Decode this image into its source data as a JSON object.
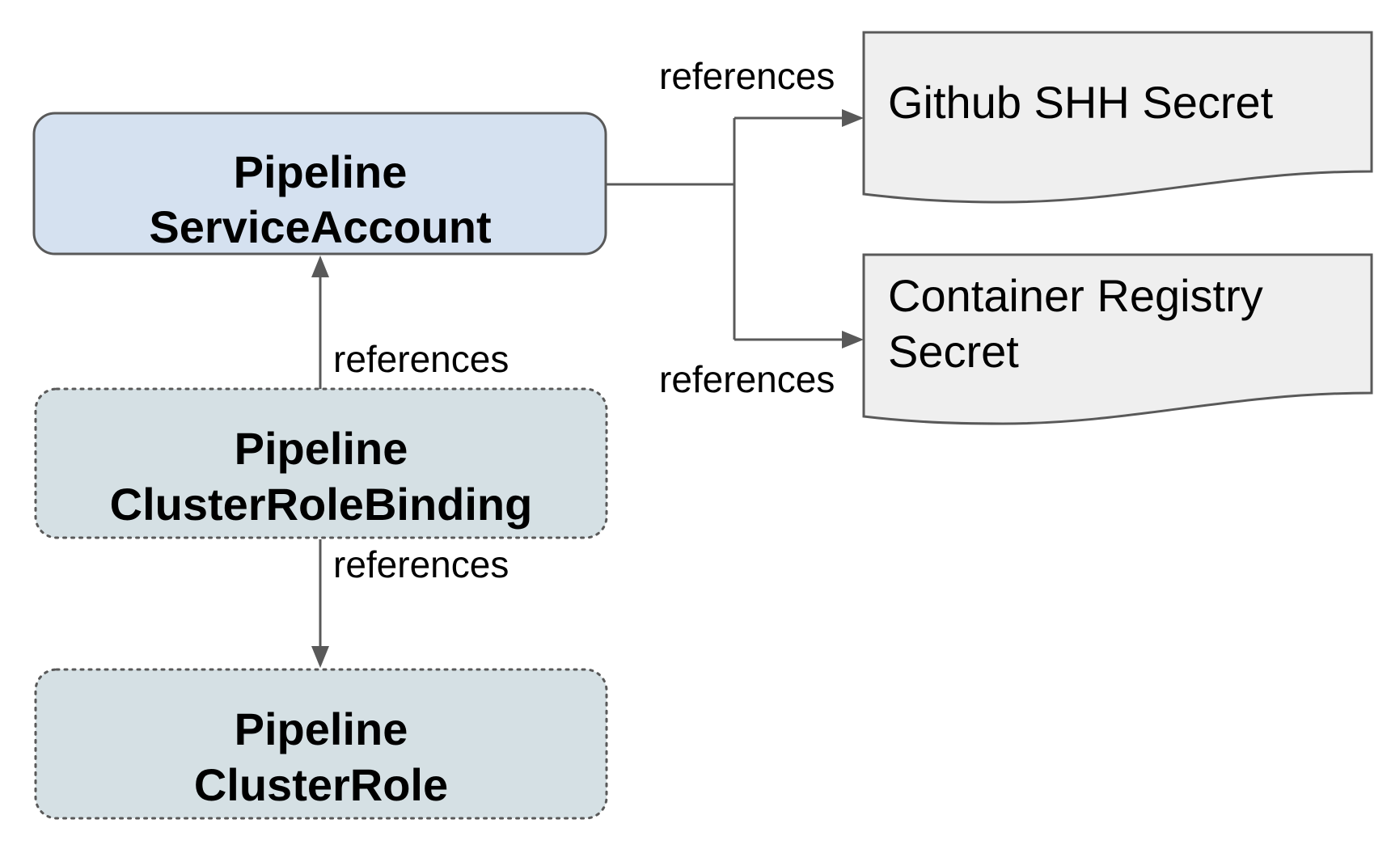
{
  "diagram": {
    "nodes": {
      "service_account": {
        "line1": "Pipeline",
        "line2": "ServiceAccount",
        "fill": "#d5e1f0",
        "border": "#595959",
        "border_style": "solid"
      },
      "cluster_role_binding": {
        "line1": "Pipeline",
        "line2": "ClusterRoleBinding",
        "fill": "#d5e0e4",
        "border": "#595959",
        "border_style": "dotted"
      },
      "cluster_role": {
        "line1": "Pipeline",
        "line2": "ClusterRole",
        "fill": "#d5e0e4",
        "border": "#595959",
        "border_style": "dotted"
      },
      "github_secret": {
        "line1": "Github SHH Secret",
        "fill": "#efefef",
        "border": "#595959",
        "shape": "document"
      },
      "registry_secret": {
        "line1": "Container Registry",
        "line2": "Secret",
        "fill": "#efefef",
        "border": "#595959",
        "shape": "document"
      }
    },
    "edges": [
      {
        "from": "cluster_role_binding",
        "to": "service_account",
        "label": "references"
      },
      {
        "from": "cluster_role_binding",
        "to": "cluster_role",
        "label": "references"
      },
      {
        "from": "service_account",
        "to": "github_secret",
        "label": "references"
      },
      {
        "from": "service_account",
        "to": "registry_secret",
        "label": "references"
      }
    ],
    "edge_color": "#595959"
  }
}
